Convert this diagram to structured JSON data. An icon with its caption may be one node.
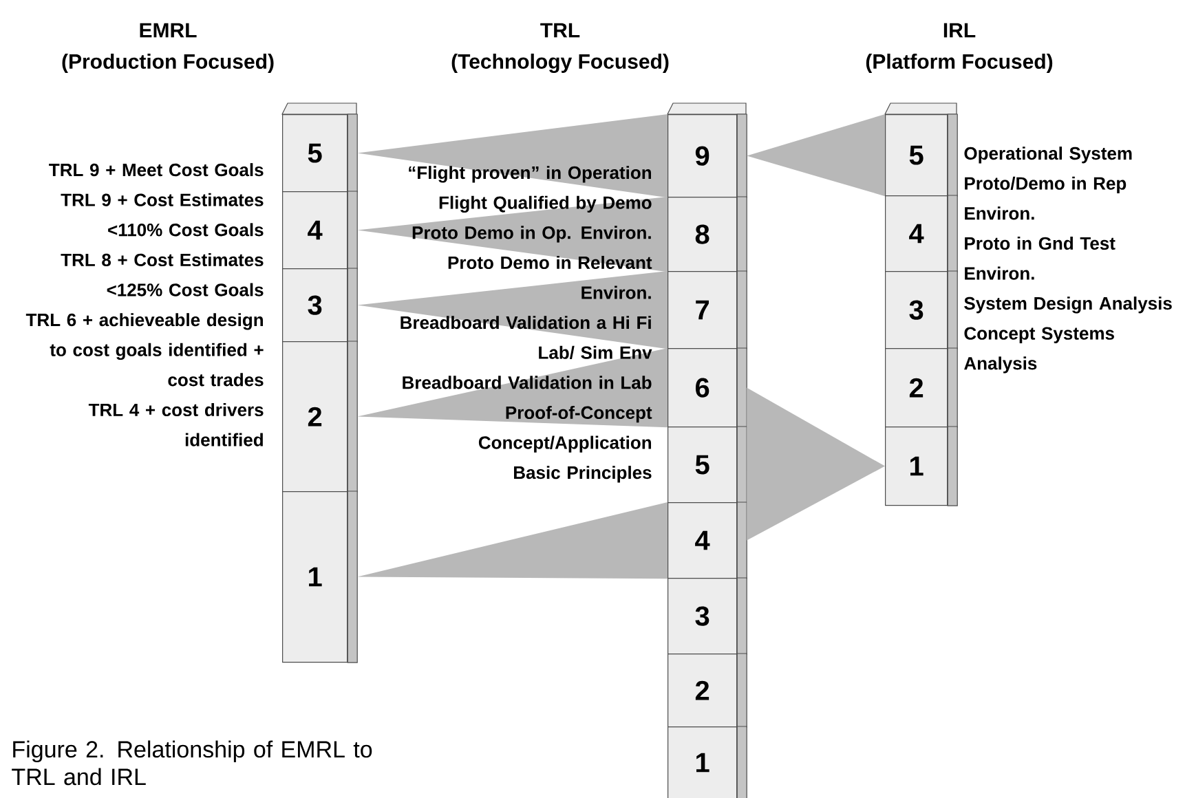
{
  "diagram": {
    "caption": "Figure 2. Relationship of EMRL to TRL and IRL",
    "nodes": [
      {
        "text": [
          "5"
        ]
      },
      {
        "text": [
          "4"
        ]
      },
      {
        "text": [
          "3"
        ]
      },
      {
        "text": [
          "2"
        ]
      },
      {
        "text": [
          "1"
        ]
      },
      {
        "text": [
          "9"
        ]
      },
      {
        "text": [
          "8"
        ]
      },
      {
        "text": [
          "7"
        ]
      },
      {
        "text": [
          "6"
        ]
      },
      {
        "text": [
          "5"
        ]
      },
      {
        "text": [
          "4"
        ]
      },
      {
        "text": [
          "3"
        ]
      },
      {
        "text": [
          "2"
        ]
      },
      {
        "text": [
          "1"
        ]
      },
      {
        "text": [
          "5"
        ]
      },
      {
        "text": [
          "4"
        ]
      },
      {
        "text": [
          "3"
        ]
      },
      {
        "text": [
          "2"
        ]
      },
      {
        "text": [
          "1"
        ]
      }
    ],
    "edges": [
      {
        "from": 5,
        "to": 0,
        "arrow": "to"
      },
      {
        "from": 6,
        "to": 1,
        "arrow": "to"
      },
      {
        "from": 7,
        "to": 2,
        "arrow": "to"
      },
      {
        "from": 8,
        "to": 3,
        "arrow": "to"
      },
      {
        "from": 10,
        "to": 4,
        "arrow": "to"
      },
      {
        "from": 14,
        "to": 5,
        "arrow": "to"
      },
      {
        "from": 8,
        "to": 18,
        "arrow": "to"
      },
      {
        "from": 9,
        "to": 18,
        "arrow": "to"
      },
      {
        "from": 10,
        "to": 18,
        "arrow": "to"
      }
    ],
    "labels": [
      "EMRL",
      "(Production Focused)",
      "TRL",
      "(Technology Focused)",
      "IRL",
      "(Platform Focused)",
      "TRL 9 + Meet Cost Goals",
      "TRL 9 + Cost Estimates <110% Cost Goals",
      "TRL 8 + Cost Estimates <125% Cost Goals",
      "TRL 6 + achieveable design to cost goals identified + cost trades",
      "TRL 4 + cost drivers identified",
      "“Flight proven” in Operation",
      "Flight Qualified by Demo",
      "Proto Demo in Op. Environ.",
      "Proto Demo in Relevant Environ.",
      "Breadboard Validation a Hi Fi Lab/ Sim Env",
      "Breadboard Validation in Lab",
      "Proof-of-Concept",
      "Concept/Application",
      "Basic Principles",
      "Operational System",
      "Proto/Demo in Rep Environ.",
      "Proto in Gnd Test Environ.",
      "System Design Analysis",
      "Concept Systems Analysis"
    ]
  }
}
